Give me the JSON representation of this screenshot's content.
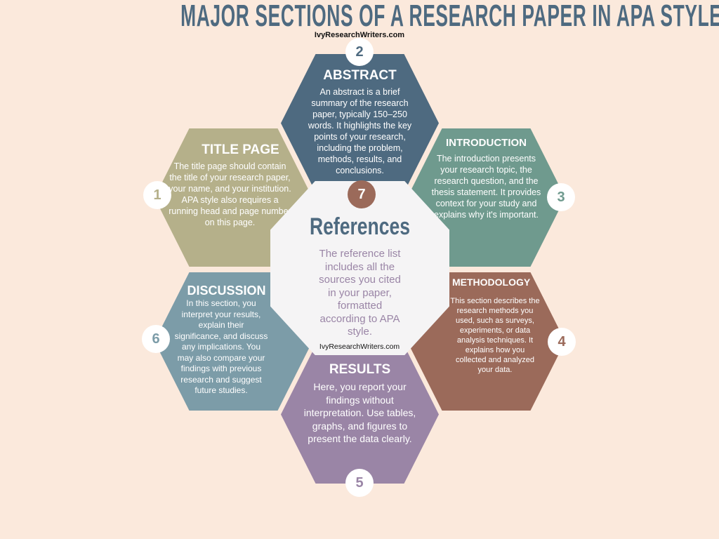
{
  "title": "MAJOR SECTIONS OF A RESEARCH PAPER IN APA STYLE",
  "site": "IvyResearchWriters.com",
  "colors": {
    "abstract": "#4e6a80",
    "title_page": "#b5b08a",
    "introduction": "#6f9a8e",
    "methodology": "#9b6a5a",
    "results": "#9a85a6",
    "discussion": "#7c9ca8",
    "center": "#f5f4f5",
    "background": "#fbe9dc"
  },
  "sections": [
    {
      "num": "1",
      "heading": "TITLE PAGE",
      "text": "The title page should contain the title of your research paper, your name, and your institution. APA style also requires a running head and page number on this page."
    },
    {
      "num": "2",
      "heading": "ABSTRACT",
      "text": "An abstract is a brief summary of the research paper, typically 150–250 words. It highlights the key points of your research, including the problem, methods, results, and conclusions."
    },
    {
      "num": "3",
      "heading": "INTRODUCTION",
      "text": "The introduction presents your research topic, the research question, and the thesis statement. It provides context for your study and explains why it's important."
    },
    {
      "num": "4",
      "heading": "METHODOLOGY",
      "text": "This section describes the research methods you used, such as surveys, experiments, or data analysis techniques. It explains how you collected and analyzed your data."
    },
    {
      "num": "5",
      "heading": "RESULTS",
      "text": "Here, you report your findings without interpretation. Use tables, graphs, and figures to present the data clearly."
    },
    {
      "num": "6",
      "heading": "DISCUSSION",
      "text": "In this section, you interpret your results, explain their significance, and discuss any implications. You may also compare your findings with previous research and suggest future studies."
    },
    {
      "num": "7",
      "heading": "References",
      "text": "The reference list includes all the sources you cited in your paper, formatted according to APA style."
    }
  ]
}
